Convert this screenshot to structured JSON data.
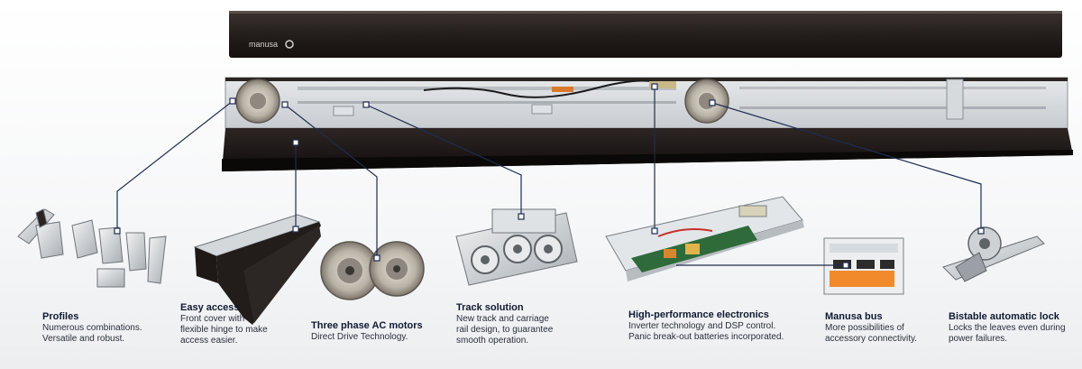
{
  "brand": "manusa",
  "features": [
    {
      "id": "profiles",
      "title": "Profiles",
      "desc": "Numerous combinations.\nVersatile and robust."
    },
    {
      "id": "easy-access",
      "title": "Easy access",
      "desc": "Front cover with\nflexible hinge to make\naccess easier."
    },
    {
      "id": "motors",
      "title": "Three phase AC motors",
      "desc": "Direct Drive Technology."
    },
    {
      "id": "track",
      "title": "Track solution",
      "desc": "New track and carriage\nrail design, to guarantee\nsmooth operation."
    },
    {
      "id": "electronics",
      "title": "High-performance electronics",
      "desc": "Inverter technology and DSP control.\nPanic break-out batteries incorporated."
    },
    {
      "id": "bus",
      "title": "Manusa bus",
      "desc": "More possibilities of\naccessory connectivity."
    },
    {
      "id": "lock",
      "title": "Bistable automatic lock",
      "desc": "Locks the leaves even during\npower failures."
    }
  ]
}
